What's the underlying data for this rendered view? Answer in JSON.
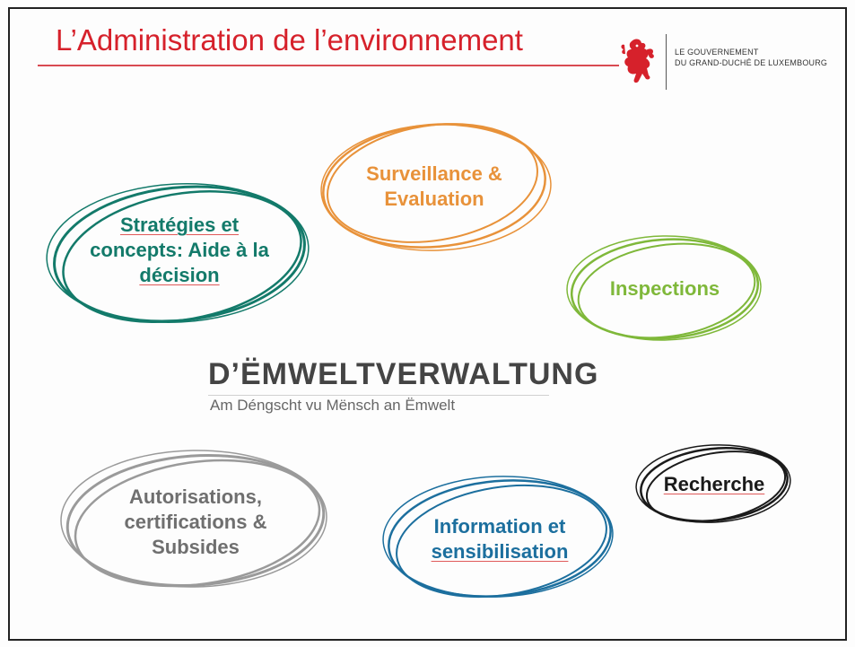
{
  "header": {
    "title": "L’Administration de l’environnement",
    "government_line1": "LE GOUVERNEMENT",
    "government_line2": "DU GRAND-DUCHÉ DE LUXEMBOURG",
    "logo_icon": "red-lion-icon",
    "brand_color": "#d6212b"
  },
  "center": {
    "title": "D’ËMWELTVERWALTUNG",
    "subtitle": "Am Déngscht vu Mënsch an Ëmwelt"
  },
  "bubbles": [
    {
      "id": "strategies",
      "lines": [
        "Stratégies et",
        "concepts: Aide à la",
        "décision"
      ],
      "color": "#137a6a"
    },
    {
      "id": "surveillance",
      "lines": [
        "Surveillance &",
        "Evaluation"
      ],
      "color": "#e8923a"
    },
    {
      "id": "inspections",
      "lines": [
        "Inspections"
      ],
      "color": "#7fb83a"
    },
    {
      "id": "autorisations",
      "lines": [
        "Autorisations,",
        "certifications &",
        "Subsides"
      ],
      "color": "#9a9a9a"
    },
    {
      "id": "information",
      "lines": [
        "Information et",
        "sensibilisation"
      ],
      "color": "#1c6f9e"
    },
    {
      "id": "recherche",
      "lines": [
        "Recherche"
      ],
      "color": "#1a1a1a"
    }
  ]
}
